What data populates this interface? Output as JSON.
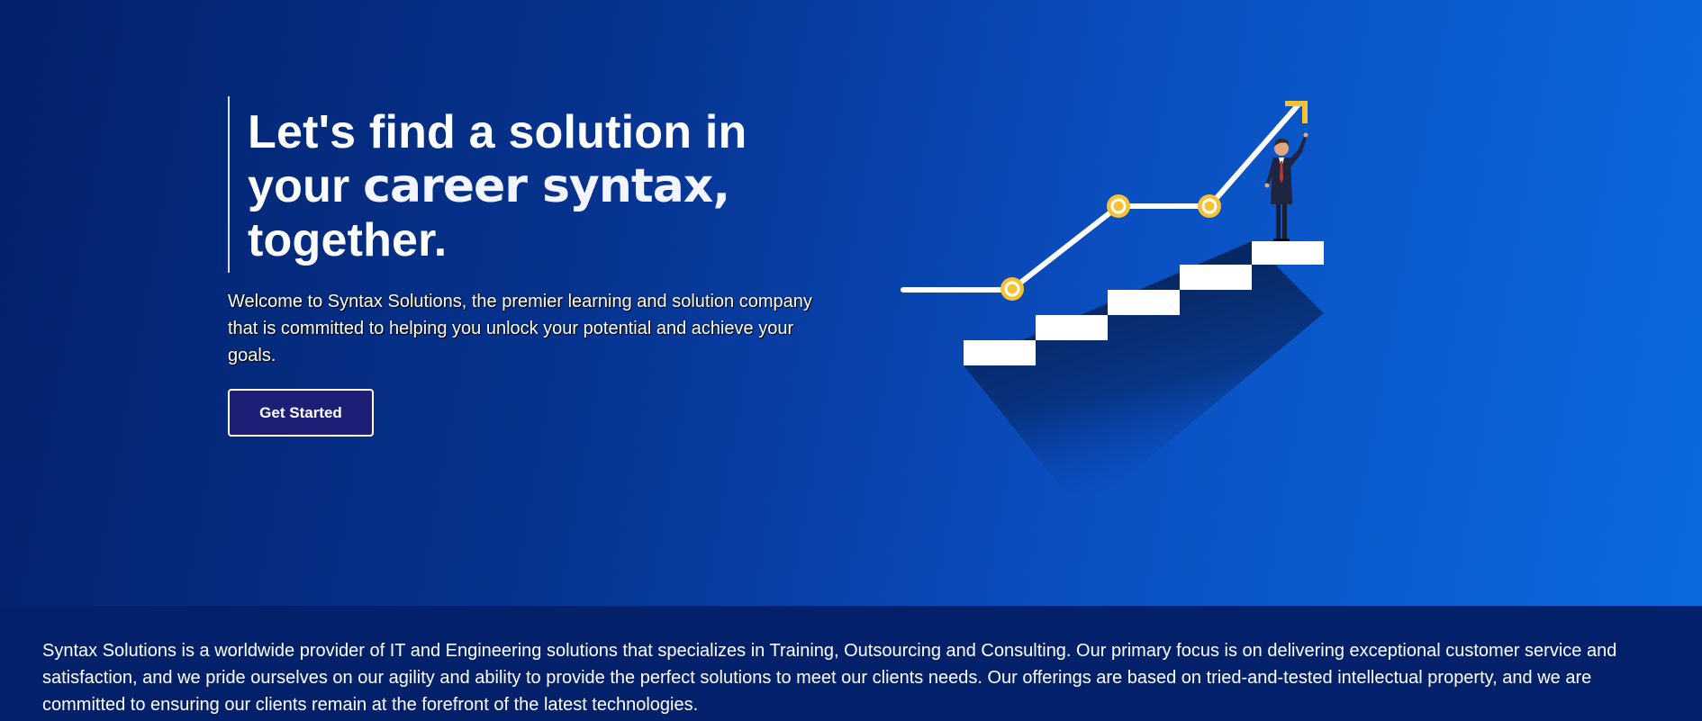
{
  "hero": {
    "headline_part1": "Let's find a solution in your ",
    "headline_accent": "career syntax,",
    "headline_part2": " together.",
    "welcome_text": "Welcome to Syntax Solutions, the premier learning and solution company that is committed to helping you unlock your potential and achieve your goals.",
    "cta_label": "Get Started"
  },
  "about": {
    "text": "Syntax Solutions is a worldwide provider of IT and Engineering solutions that specializes in Training, Outsourcing and Consulting. Our primary focus is on delivering exceptional customer service and satisfaction, and we pride ourselves on our agility and ability to provide the perfect solutions to meet our clients needs. Our offerings are based on tried-and-tested intellectual property, and we are committed to ensuring our clients remain at the forefront of the latest technologies."
  },
  "colors": {
    "background_dark": "#03216a",
    "background_light": "#0a6ae0",
    "button_bg": "#1d1f77",
    "accent_yellow": "#f4c233"
  },
  "illustration": {
    "icon": "career-growth-staircase-illustration"
  }
}
